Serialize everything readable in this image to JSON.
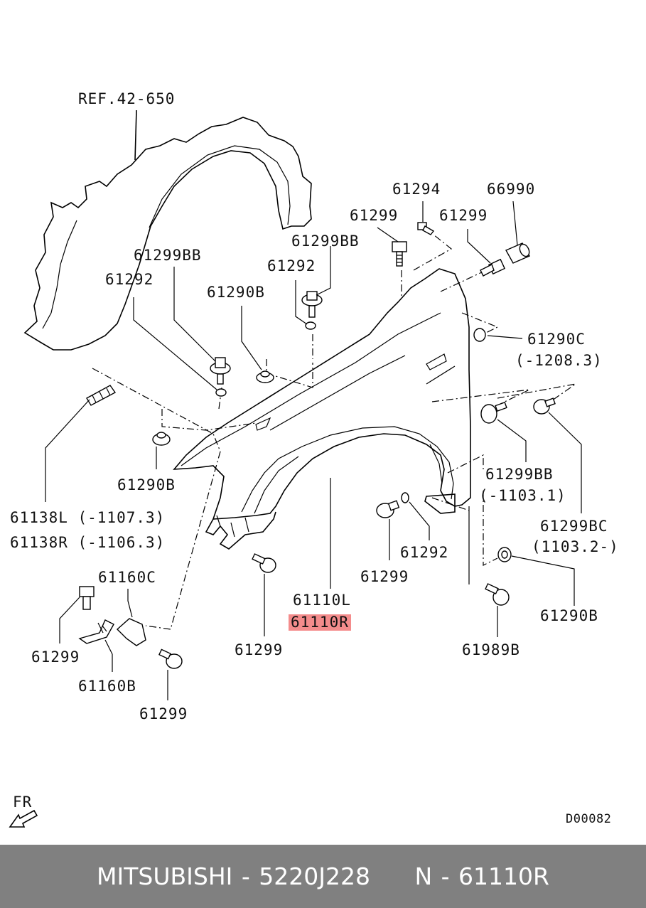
{
  "labels": {
    "ref": "REF.42-650",
    "p61294": "61294",
    "p66990": "66990",
    "p61299_a": "61299",
    "p61299_b": "61299",
    "p61299bb_a": "61299BB",
    "p61299bb_b": "61299BB",
    "p61292_a": "61292",
    "p61292_b": "61292",
    "p61290b_a": "61290B",
    "p61290c": "61290C",
    "p61290c_range": "(-1208.3)",
    "p61290b_b": "61290B",
    "p61138l": "61138L (-1107.3)",
    "p61138r": "61138R (-1106.3)",
    "p61299bb_c": "61299BB",
    "p61299bb_c_range": "(-1103.1)",
    "p61299bc": "61299BC",
    "p61299bc_range": "(1103.2-)",
    "p61292_c": "61292",
    "p61299_c": "61299",
    "p61160c": "61160C",
    "p61110l": "61110L",
    "p61110r": "61110R",
    "p61290b_c": "61290B",
    "p61299_d": "61299",
    "p61299_e": "61299",
    "p61160b": "61160B",
    "p61989b": "61989B",
    "p61299_f": "61299",
    "fr": "FR",
    "code": "D00082"
  },
  "footer": {
    "brand": "MITSUBISHI",
    "sep1": " - ",
    "part_number": "5220J228",
    "gap": "     ",
    "prefix": "N",
    "sep2": " - ",
    "part_code": "61110R"
  },
  "colors": {
    "highlight": "#f48c8c",
    "footer_bg": "#808080",
    "footer_text": "#ffffff"
  }
}
